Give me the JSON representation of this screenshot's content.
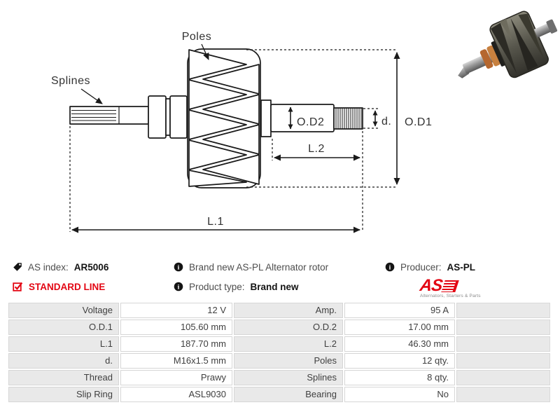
{
  "diagram": {
    "labels": {
      "poles": "Poles",
      "splines": "Splines",
      "od1": "O.D1",
      "od2": "O.D2",
      "d": "d.",
      "l1": "L.1",
      "l2": "L.2"
    }
  },
  "icons": {
    "info_glyph": "i"
  },
  "info": {
    "as_index_label": "AS index:",
    "as_index_value": "AR5006",
    "standard_line": "STANDARD LINE",
    "description": "Brand new AS-PL Alternator rotor",
    "product_type_label": "Product type:",
    "product_type_value": "Brand new",
    "producer_label": "Producer:",
    "producer_value": "AS-PL",
    "logo_text": "AS",
    "logo_tagline": "Alternators, Starters & Parts"
  },
  "specs": {
    "rows": [
      {
        "left_label": "Voltage",
        "left_value": "12 V",
        "right_label": "Amp.",
        "right_value": "95 A"
      },
      {
        "left_label": "O.D.1",
        "left_value": "105.60 mm",
        "right_label": "O.D.2",
        "right_value": "17.00 mm"
      },
      {
        "left_label": "L.1",
        "left_value": "187.70 mm",
        "right_label": "L.2",
        "right_value": "46.30 mm"
      },
      {
        "left_label": "d.",
        "left_value": "M16x1.5 mm",
        "right_label": "Poles",
        "right_value": "12 qty."
      },
      {
        "left_label": "Thread",
        "left_value": "Prawy",
        "right_label": "Splines",
        "right_value": "8 qty."
      },
      {
        "left_label": "Slip Ring",
        "left_value": "ASL9030",
        "right_label": "Bearing",
        "right_value": "No"
      }
    ]
  },
  "colors": {
    "accent_red": "#e30613",
    "line_color": "#1a1a1a",
    "table_grey": "#e9e9e9"
  }
}
